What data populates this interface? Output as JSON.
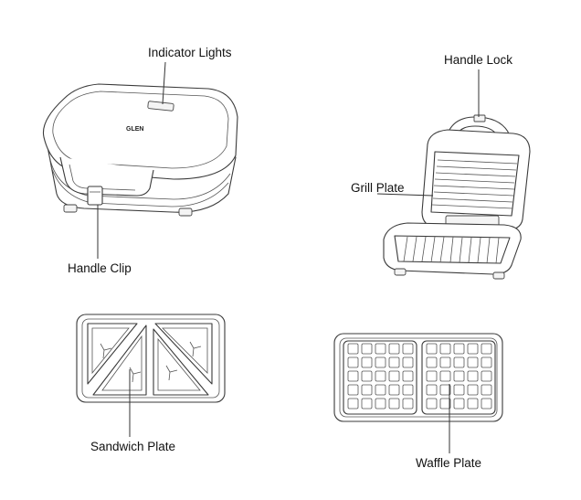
{
  "labels": {
    "indicator_lights": "Indicator Lights",
    "handle_clip": "Handle Clip",
    "handle_lock": "Handle Lock",
    "grill_plate": "Grill Plate",
    "sandwich_plate": "Sandwich Plate",
    "waffle_plate": "Waffle Plate"
  },
  "logo": "GLEN"
}
